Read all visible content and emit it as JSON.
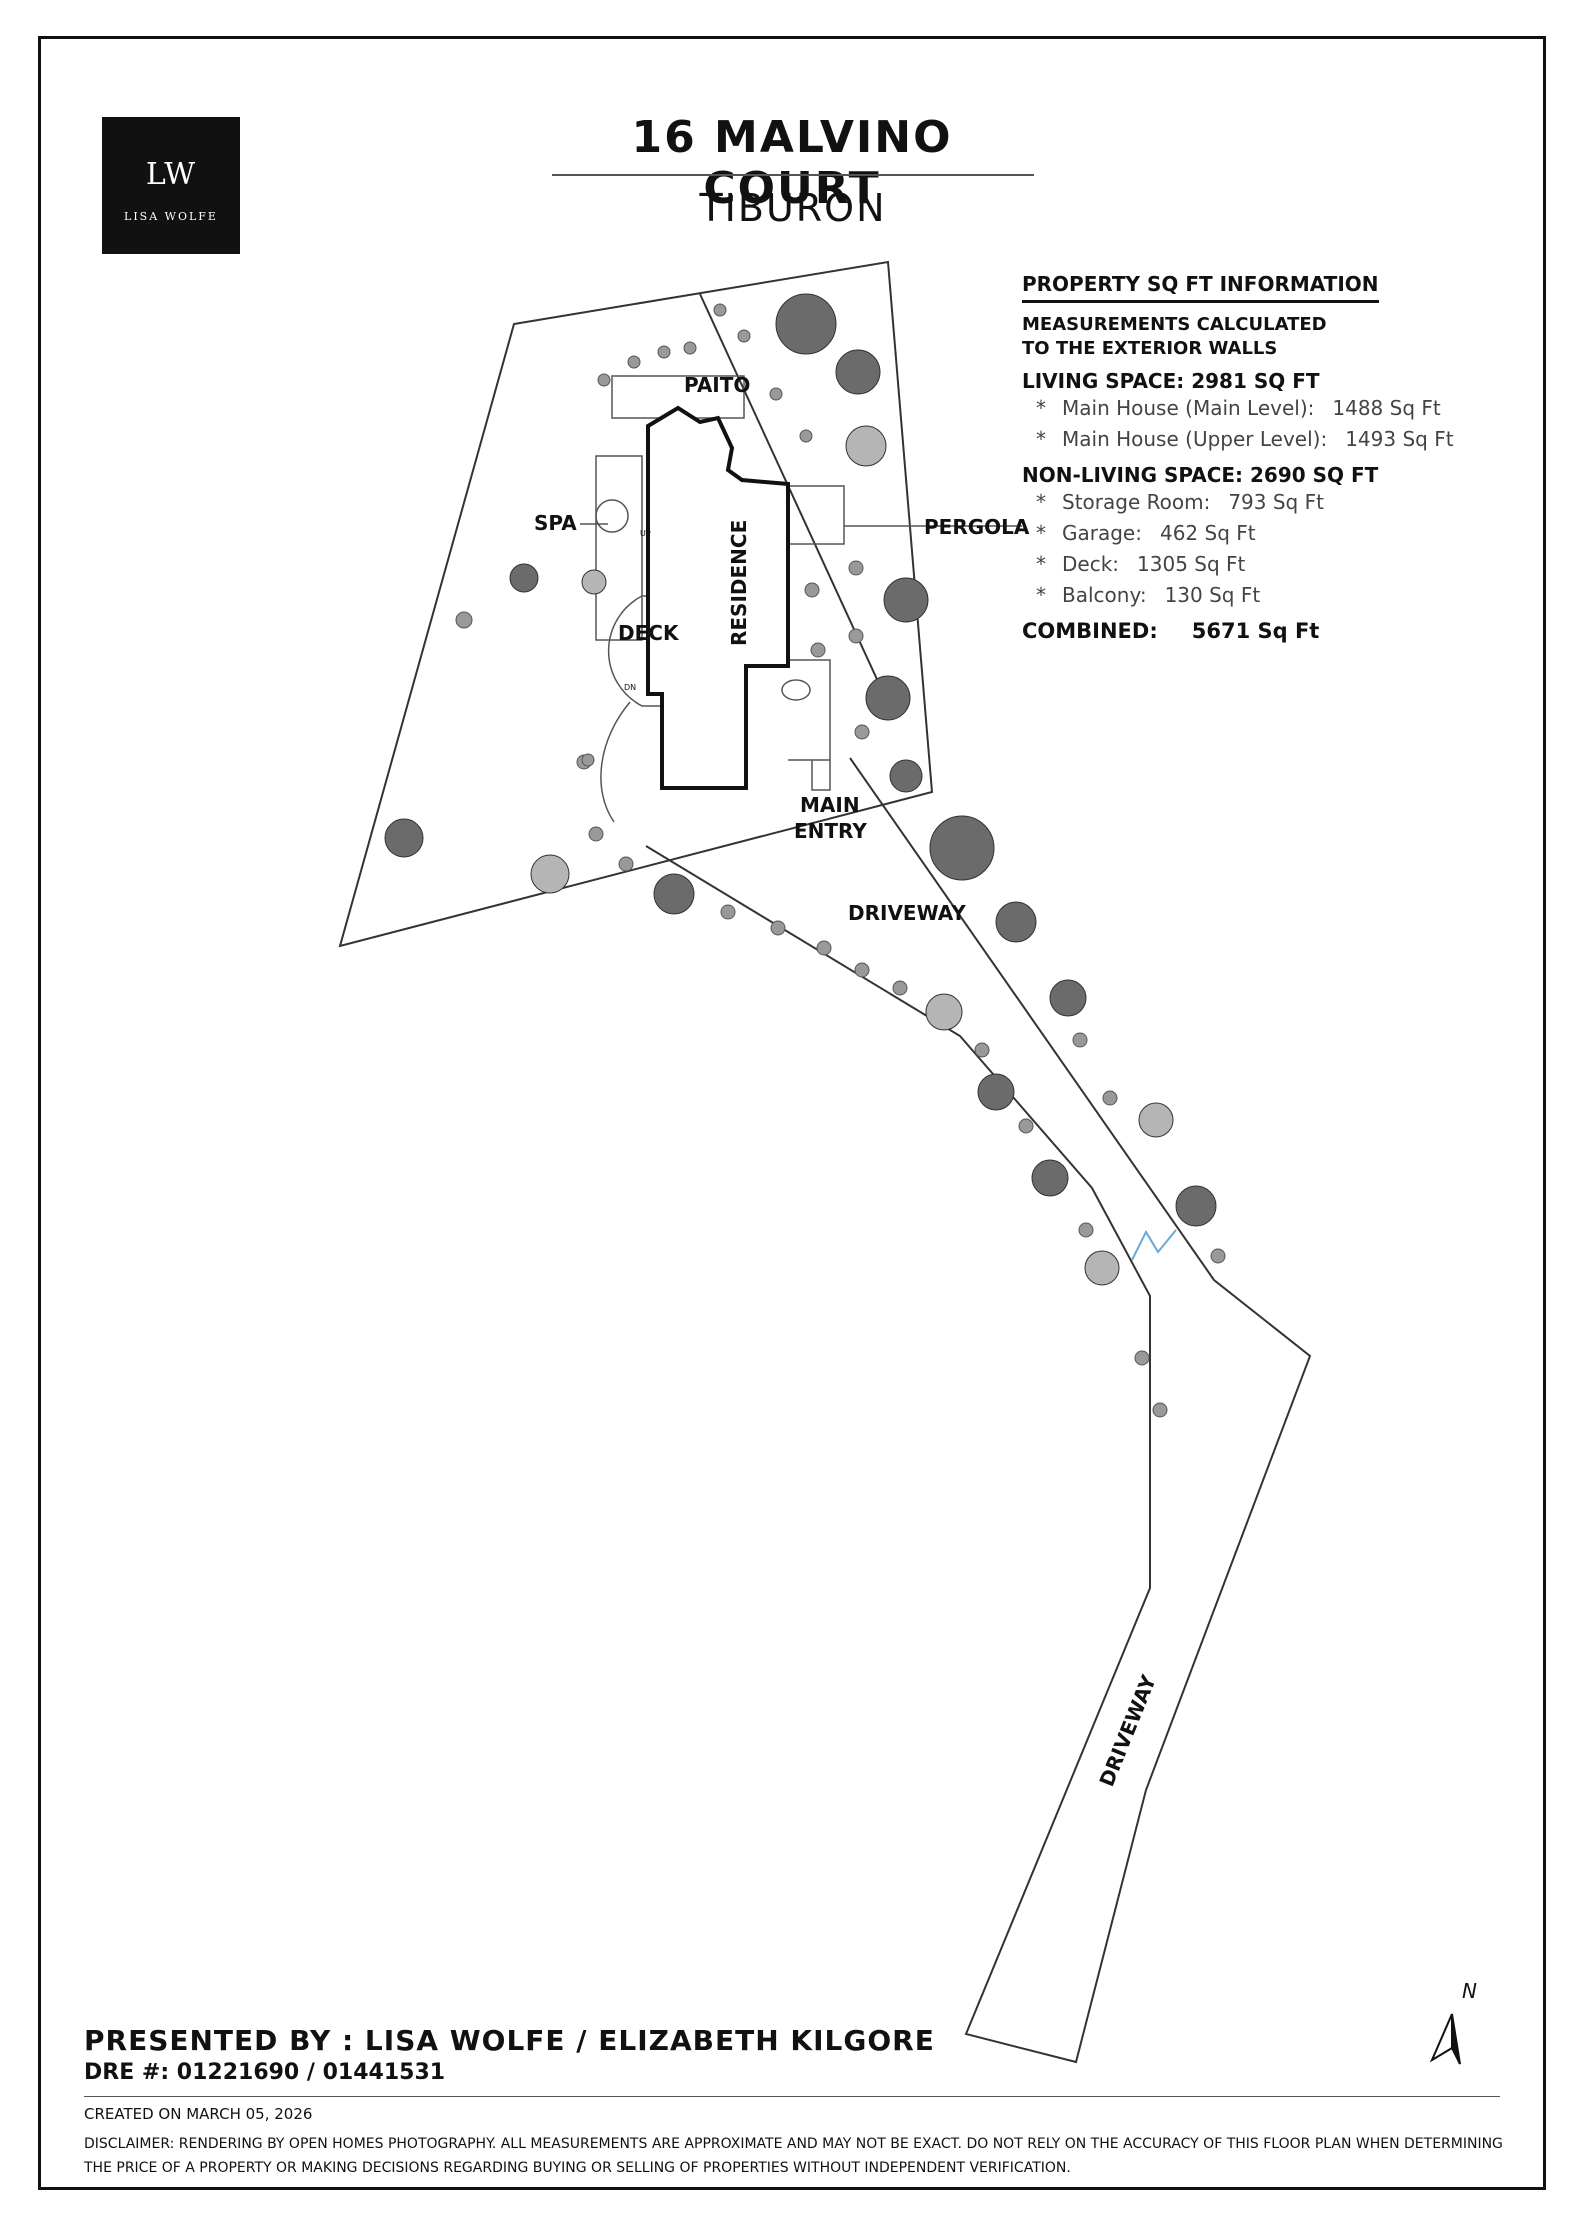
{
  "header": {
    "title": "16 MALVINO COURT",
    "subtitle": "TIBURON"
  },
  "logo": {
    "monogram": "LW",
    "name": "LISA WOLFE"
  },
  "info": {
    "heading": "PROPERTY SQ FT INFORMATION",
    "note_line1": "MEASUREMENTS CALCULATED",
    "note_line2": "TO THE EXTERIOR WALLS",
    "living_heading": "LIVING SPACE: 2981 SQ FT",
    "living_rows": [
      {
        "label": "Main House (Main Level):",
        "value": "1488 Sq Ft"
      },
      {
        "label": "Main House (Upper Level):",
        "value": "1493 Sq Ft"
      }
    ],
    "nonliving_heading": "NON-LIVING SPACE: 2690 SQ FT",
    "nonliving_rows": [
      {
        "label": "Storage Room:",
        "value": "793 Sq Ft"
      },
      {
        "label": "Garage:",
        "value": "462 Sq Ft"
      },
      {
        "label": "Deck:",
        "value": "1305 Sq Ft"
      },
      {
        "label": "Balcony:",
        "value": "130 Sq Ft"
      }
    ],
    "combined_label": "COMBINED:",
    "combined_value": "5671 Sq Ft",
    "bullet": "*"
  },
  "plan_labels": {
    "patio": "PAITO",
    "spa": "SPA",
    "deck": "DECK",
    "residence": "RESIDENCE",
    "pergola": "PERGOLA",
    "main_entry_1": "MAIN",
    "main_entry_2": "ENTRY",
    "driveway_upper": "DRIVEWAY",
    "driveway_lower": "DRIVEWAY",
    "up_1": "UP",
    "up_2": "DN",
    "north": "N"
  },
  "footer": {
    "presented": "PRESENTED BY :  LISA WOLFE / ELIZABETH KILGORE",
    "dre": "DRE #: 01221690 / 01441531",
    "created": "CREATED ON MARCH 05, 2026",
    "disclaimer": "DISCLAIMER: RENDERING BY OPEN HOMES PHOTOGRAPHY. ALL MEASUREMENTS ARE APPROXIMATE AND MAY NOT BE EXACT. DO NOT RELY ON THE ACCURACY OF THIS FLOOR PLAN WHEN DETERMINING THE PRICE OF A PROPERTY OR MAKING DECISIONS REGARDING BUYING OR SELLING OF PROPERTIES WITHOUT INDEPENDENT VERIFICATION."
  },
  "colors": {
    "ink": "#111111",
    "tree_dark": "#6b6b6b",
    "tree_light": "#b5b5b5",
    "accent_blue": "#6aa8d8"
  }
}
